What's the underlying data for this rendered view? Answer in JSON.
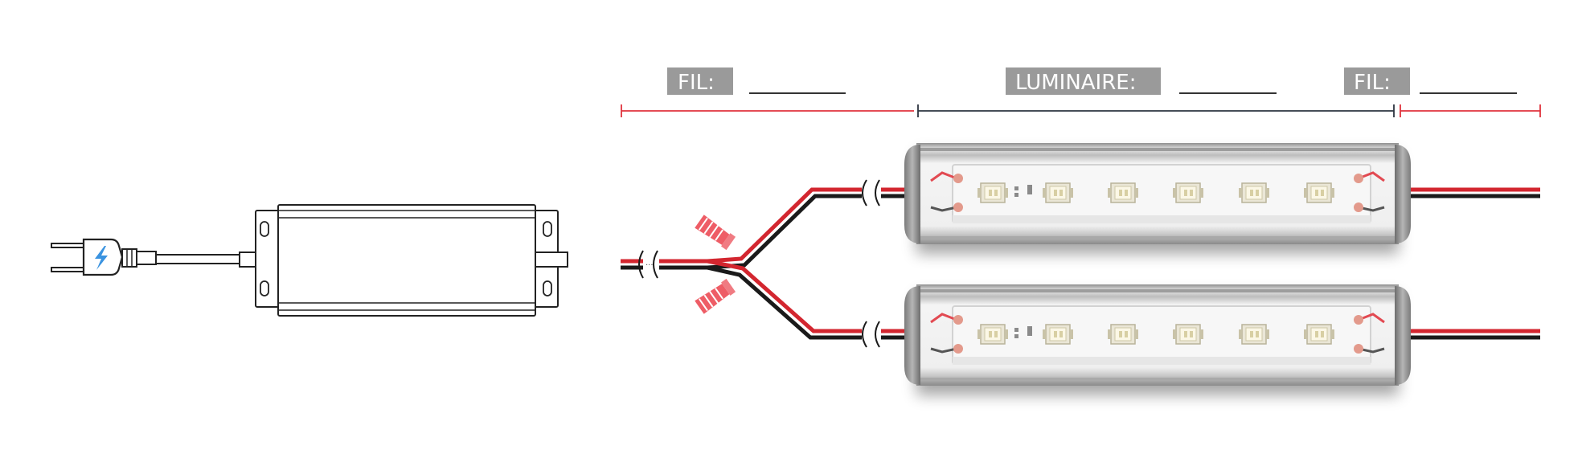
{
  "labels": {
    "wire_left": "FIL:",
    "fixture": "LUMINAIRE:",
    "wire_right": "FIL:"
  },
  "colors": {
    "label_bg": "#9a9a9a",
    "wire_red": "#d3262f",
    "wire_black": "#1a1a1a",
    "dim_red": "#e0333d",
    "dim_dark": "#2c3440",
    "connector": "#ee5d66",
    "lightning": "#3a93e0"
  },
  "icons": {
    "plug": "plug-icon",
    "lightning": "lightning-icon",
    "driver": "power-supply-icon",
    "connector": "wire-nut-icon",
    "led_bar": "led-light-bar-icon"
  }
}
